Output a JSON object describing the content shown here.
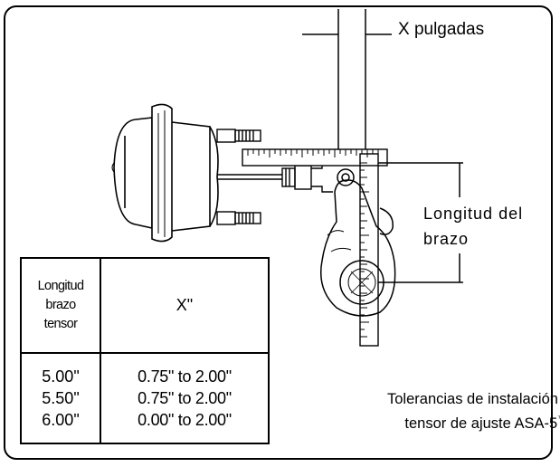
{
  "diagram": {
    "x_label": "X pulgadas",
    "arm_label_line1": "Longitud del",
    "arm_label_line2": "brazo",
    "tolerance_line1": "Tolerancias de instalación del",
    "tolerance_line2": "tensor de ajuste ASA-5",
    "trademark": "™"
  },
  "table": {
    "header_col1_line1": "Longitud",
    "header_col1_line2": "brazo",
    "header_col1_line3": "tensor",
    "header_col2": "X\"",
    "rows": [
      {
        "length": "5.00\"",
        "x": "0.75\" to 2.00\""
      },
      {
        "length": "5.50\"",
        "x": "0.75\" to 2.00\""
      },
      {
        "length": "6.00\"",
        "x": "0.00\" to 2.00\""
      }
    ]
  }
}
